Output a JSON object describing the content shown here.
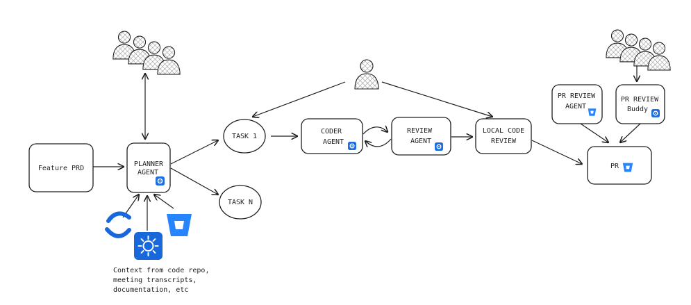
{
  "nodes": {
    "feature_prd": "Feature PRD",
    "planner_agent": [
      "PLANNER",
      "AGENT"
    ],
    "task_1": "TASK 1",
    "task_n": "TASK N",
    "coder_agent": [
      "CODER",
      "AGENT"
    ],
    "review_agent": [
      "REVIEW",
      "AGENT"
    ],
    "local_code_review": [
      "LOCAL CODE",
      "REVIEW"
    ],
    "pr_review_agent": [
      "PR REVIEW",
      "AGENT"
    ],
    "pr_review_buddy": [
      "PR REVIEW",
      "Buddy"
    ],
    "pr": "PR"
  },
  "context_note": [
    "Context from code repo,",
    "meeting transcripts,",
    "documentation, etc"
  ],
  "icons": {
    "agent_badge": "agent-badge-icon",
    "bitbucket": "bitbucket-icon",
    "confluence": "confluence-icon",
    "rovo": "rovo-icon",
    "people": "people-group-icon",
    "person": "person-icon"
  },
  "colors": {
    "stroke": "#1e1e1e",
    "atlassian_blue": "#1868DB",
    "badge_blue": "#1D6FE0",
    "bitbucket_blue": "#2684FF"
  }
}
